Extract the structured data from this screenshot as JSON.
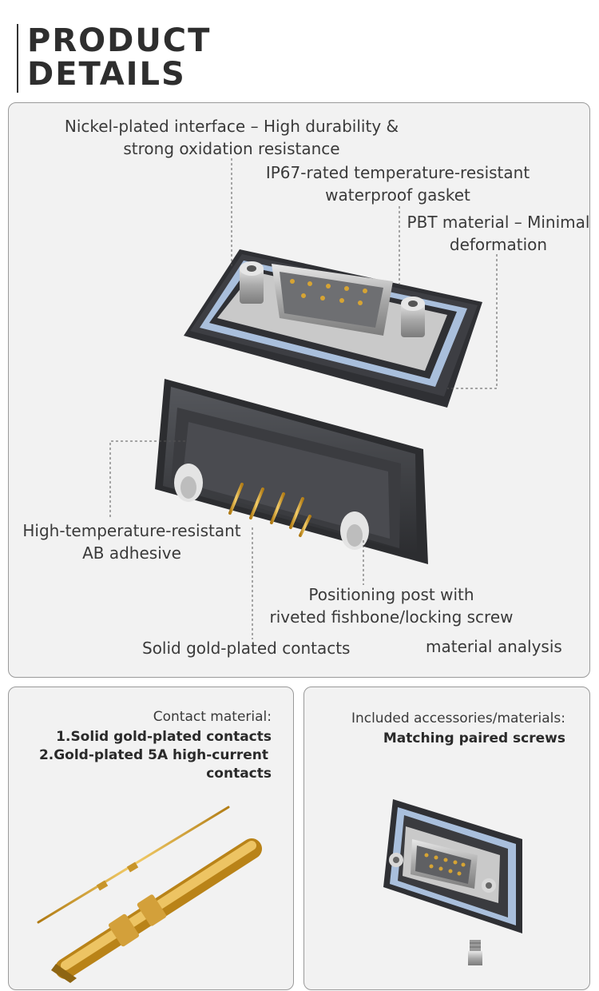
{
  "header": {
    "line1": "PRODUCT",
    "line2": "DETAILS"
  },
  "main_panel": {
    "callouts": {
      "nickel_1": "Nickel-plated interface – High durability &",
      "nickel_2": "strong oxidation resistance",
      "ip67_1": "IP67-rated temperature-resistant",
      "ip67_2": "waterproof gasket",
      "pbt_1": "PBT material – Minimal",
      "pbt_2": "deformation",
      "adhesive_1": "High-temperature-resistant",
      "adhesive_2": "AB adhesive",
      "post_1": "Positioning post with",
      "post_2": "riveted fishbone/locking screw",
      "contacts": "Solid gold-plated contacts"
    },
    "caption": "material analysis"
  },
  "contact_panel": {
    "heading": "Contact material:",
    "item1": "1.Solid gold-plated contacts",
    "item2_1": "2.Gold-plated 5A high-current",
    "item2_2": "contacts"
  },
  "accessory_panel": {
    "heading": "Included accessories/materials:",
    "item1": "Matching paired screws"
  },
  "colors": {
    "gasket": "#a9bfdc",
    "housing": "#3a3b3f",
    "gold": "#d9a530",
    "panel_bg": "#f2f2f2"
  }
}
